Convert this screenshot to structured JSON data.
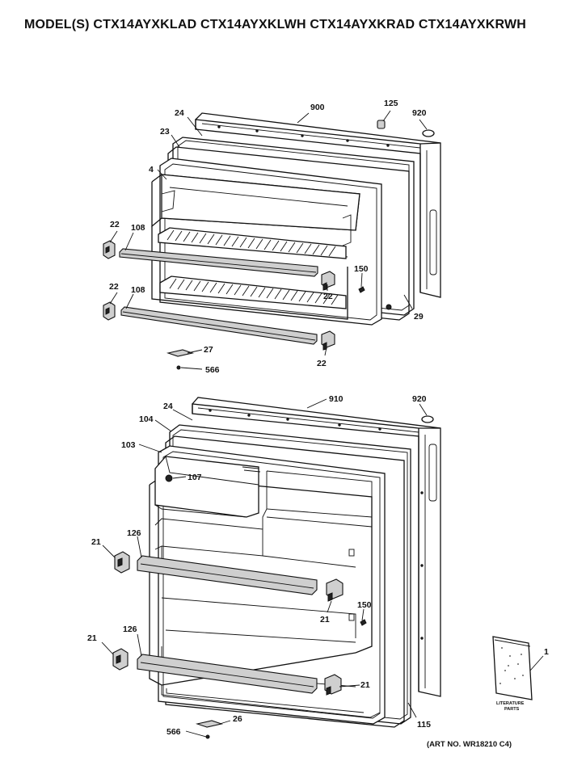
{
  "title": "MODEL(S) CTX14AYXKLAD CTX14AYXKLWH CTX14AYXKRAD CTX14AYXKRWH",
  "art_number": "(ART NO. WR18210 C4)",
  "literature_label_line1": "LITERATURE",
  "literature_label_line2": "PARTS",
  "freezer_door": {
    "callouts": {
      "door_900": "900",
      "part_125": "125",
      "plug_920": "920",
      "gasket_24": "24",
      "liner_23": "23",
      "inner_4": "4",
      "rack_108_top": "108",
      "rack_108_bottom": "108",
      "cap_22_top_left": "22",
      "cap_22_bottom_left": "22",
      "cap_22_top_right": "22",
      "cap_22_bottom_right": "22",
      "part_150": "150",
      "part_29": "29",
      "part_27": "27",
      "screw_566": "566"
    }
  },
  "fresh_food_door": {
    "callouts": {
      "door_910": "910",
      "plug_920": "920",
      "gasket_24": "24",
      "part_104": "104",
      "part_103": "103",
      "part_107": "107",
      "rack_126_top": "126",
      "rack_126_bottom": "126",
      "cap_21_top_left": "21",
      "cap_21_bottom_left": "21",
      "cap_21_top_right": "21",
      "cap_21_bottom_right": "21",
      "part_150": "150",
      "part_115": "115",
      "part_26": "26",
      "screw_566": "566",
      "literature_1": "1"
    }
  }
}
